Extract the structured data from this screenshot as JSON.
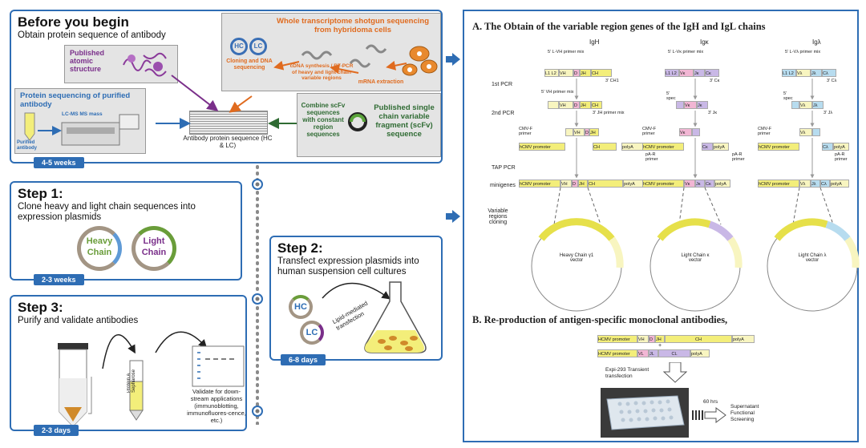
{
  "left": {
    "begin": {
      "title": "Before you begin",
      "subtitle": "Obtain protein sequence of antibody",
      "published_atomic": "Published atomic structure",
      "wts_title": "Whole transcriptome shotgun sequencing from hybridoma cells",
      "hc": "HC",
      "lc": "LC",
      "cloning_label": "Cloning and DNA sequencing",
      "cdna_label": "cDNA synthesis / RT-PCR of heavy and light chain variable regions",
      "mrna_label": "mRNA extraction",
      "protein_seq_title": "Protein sequencing of purified antibody",
      "lcms_label": "LC-MS MS mass",
      "purified_label": "Purified antibody",
      "antibody_seq_label": "Antibody protein sequence (HC & LC)",
      "combine_label": "Combine scFv sequences with constant region sequences",
      "scfv_title": "Published single chain variable fragment (scFv) sequence",
      "weeks": "4-5 weeks"
    },
    "step1": {
      "title": "Step 1:",
      "desc": "Clone heavy and light chain sequences into expression plasmids",
      "heavy": "Heavy",
      "heavy2": "Chain",
      "light": "Light",
      "light2": "Chain",
      "weeks": "2-3 weeks"
    },
    "step2": {
      "title": "Step 2:",
      "desc": "Transfect expression plasmids into human suspension cell cultures",
      "hc": "HC",
      "lc": "LC",
      "lipid": "Lipid-mediated transfection",
      "weeks": "6-8 days"
    },
    "step3": {
      "title": "Step 3:",
      "desc": "Purify and validate antibodies",
      "column": "Protein A Sepharose",
      "validate": "Validate for down-stream applications (immunoblotting, immunofluores-cence, etc.)",
      "weeks": "2-3 days"
    }
  },
  "right": {
    "titleA": "A.  The Obtain of the variable region genes of the IgH and IgL chains",
    "titleB": "B.  Re-production of antigen-specific monoclonal antibodies,",
    "col_igh": "IgH",
    "col_igk": "Igκ",
    "col_igl": "Igλ",
    "pcr1": "1st PCR",
    "pcr2": "2nd PCR",
    "tap": "TAP PCR",
    "minigenes": "minigenes",
    "var_cloning": "Variable regions cloning",
    "primer_vh": "5' L-VH primer mix",
    "primer_vk": "5' L-Vκ primer mix",
    "primer_vl": "5' L-Vλ primer mix",
    "primer_vh2": "5' VH primer mix",
    "primer_ch1": "3' CH1",
    "primer_ck": "3' Cκ",
    "primer_cl": "3' Cλ",
    "primer_jh": "3' JH primer mix",
    "primer_jk": "3' Jκ",
    "primer_jl": "3' Jλ",
    "spec": "5' spec",
    "cmvf": "CMV-F primer",
    "par": "pA-R primer",
    "hcmv": "hCMV promoter",
    "polya": "polyA",
    "seg_l1l2": "L1 L2",
    "seg_vh": "VH",
    "seg_d": "D",
    "seg_jh": "JH",
    "seg_ch": "CH",
    "seg_vk": "Vκ",
    "seg_jk": "Jκ",
    "seg_ck": "Cκ",
    "seg_vl": "Vλ",
    "seg_jl": "Jλ",
    "seg_cl": "Cλ",
    "heavy_vec": "Heavy Chain γ1 vector",
    "kappa_vec": "Light Chain κ vector",
    "lambda_vec": "Light Chain λ vector",
    "b_hcmv": "HCMV promoter",
    "b_vh": "VH",
    "b_d": "D",
    "b_jh": "JH",
    "b_ch": "CH",
    "b_polya": "polyA",
    "b_vl": "VL",
    "b_jl": "JL",
    "b_cl": "CL",
    "b_plus": "+",
    "expi": "Expi-293 Transient transfection",
    "hrs": "60 hrs",
    "supernatant": "Supernatant Functional Screening"
  }
}
